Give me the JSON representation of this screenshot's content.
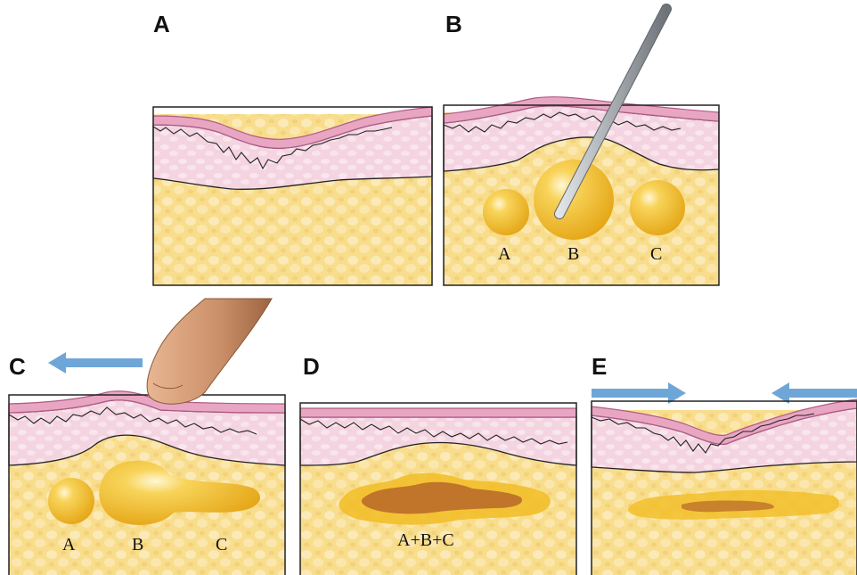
{
  "panels": {
    "a": {
      "letter": "A"
    },
    "b": {
      "letter": "B",
      "bolus_labels": [
        "A",
        "B",
        "C"
      ]
    },
    "c": {
      "letter": "C",
      "bolus_labels": [
        "A",
        "B",
        "C"
      ]
    },
    "d": {
      "letter": "D",
      "merged_label": "A+B+C"
    },
    "e": {
      "letter": "E"
    }
  },
  "colors": {
    "skin_surface": "#d77fa8",
    "dermis": "#f4d4e0",
    "fat": "#f8dd8c",
    "filler": "#f2bf2a",
    "filler_dark": "#c0752a",
    "arrow": "#6fa6d8",
    "cannula": "#a7acb1",
    "finger": "#c98e67"
  }
}
